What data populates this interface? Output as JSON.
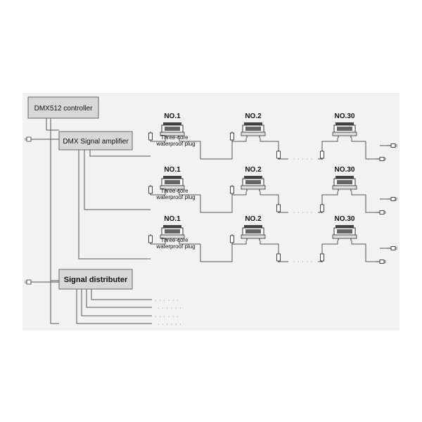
{
  "controller": {
    "label": "DMX512 controller"
  },
  "amplifier": {
    "label": "DMX Signal amplifier"
  },
  "distributer": {
    "label": "Signal distributer"
  },
  "rows": [
    {
      "fixtures": [
        "NO.1",
        "NO.2",
        "NO.30"
      ],
      "plug_label_1": "Three-core",
      "plug_label_2": "waterproof plug"
    },
    {
      "fixtures": [
        "NO.1",
        "NO.2",
        "NO.30"
      ],
      "plug_label_1": "Three-core",
      "plug_label_2": "waterproof plug"
    },
    {
      "fixtures": [
        "NO.1",
        "NO.2",
        "NO.30"
      ],
      "plug_label_1": "Three-core",
      "plug_label_2": "waterproof plug"
    }
  ],
  "ellipsis": "· · · · ·",
  "distributer_outputs": [
    "· · · · · ·",
    "· · · · · ·",
    "· · · · · ·",
    "· · · · · ·"
  ],
  "colors": {
    "box_fill": "#d8d8d8",
    "line": "#555555",
    "panel": "#f2f2f2"
  }
}
